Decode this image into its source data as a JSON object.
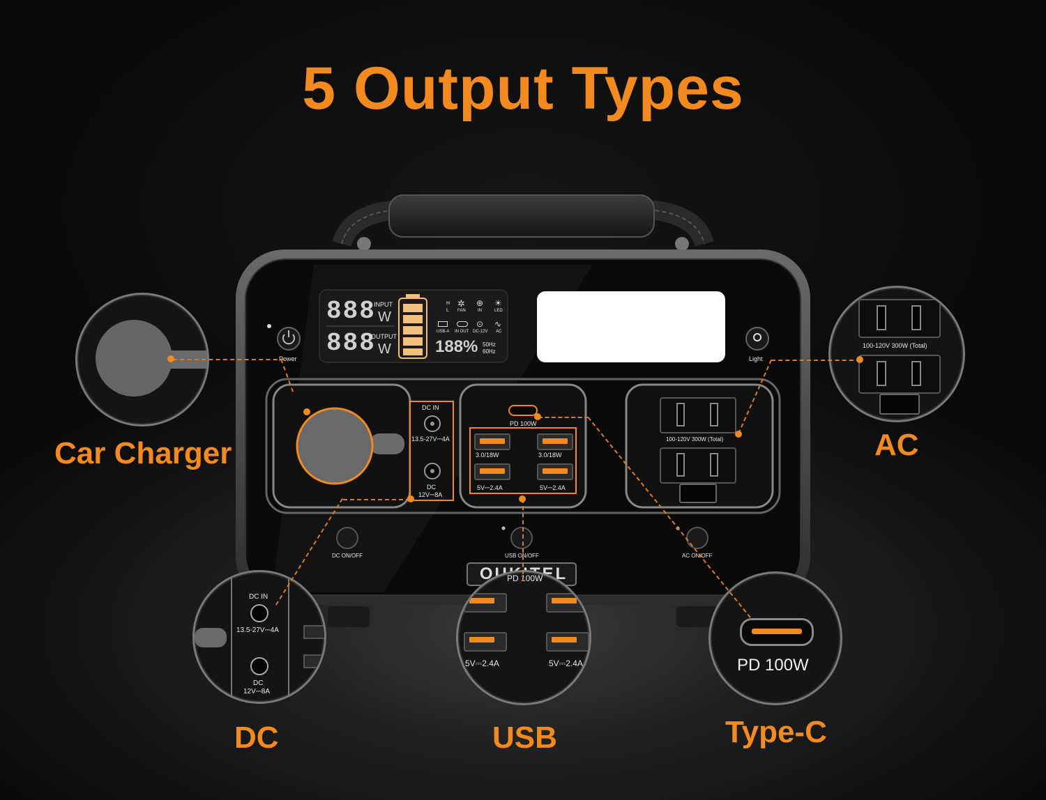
{
  "title": "5 Output Types",
  "labels": {
    "car_charger": "Car Charger",
    "ac": "AC",
    "dc": "DC",
    "usb": "USB",
    "type_c": "Type-C"
  },
  "display": {
    "input_digits": "888",
    "input_label": "INPUT",
    "output_digits": "888",
    "output_label": "OUTPUT",
    "unit_w": "W",
    "percent": "188%",
    "hz_50": "50Hz",
    "hz_60": "60Hz",
    "fan_label": "FAN",
    "in_label": "IN",
    "led_label": "LED",
    "usba_label": "USB-A",
    "inout_label": "IN OUT",
    "dc12_label": "DC-12V",
    "ac_label": "AC",
    "h_label": "H",
    "l_label": "L"
  },
  "panel": {
    "power": "Power",
    "light": "Light",
    "dc_in": "DC IN",
    "dc_in_spec": "13.5-27V⎓4A",
    "dc": "DC",
    "dc_spec": "12V⎓8A",
    "pd": "PD 100W",
    "qc_left": "3.0/18W",
    "qc_right": "3.0/18W",
    "usb_left": "5V⎓2.4A",
    "usb_right": "5V⎓2.4A",
    "ac_spec": "100-120V 300W (Total)",
    "dc_onoff": "DC ON/OFF",
    "usb_onoff": "USB ON/OFF",
    "ac_onoff": "AC ON/OFF",
    "brand": "OUKITEL"
  },
  "zoom": {
    "ac_spec": "100-120V 300W (Total)",
    "dc_in": "DC IN",
    "dc_in_spec": "13.5-27V⎓4A",
    "dc": "DC",
    "dc_spec": "12V⎓8A",
    "pd": "PD 100W",
    "usb_left": "5V⎓2.4A",
    "usb_right": "5V⎓2.4A",
    "type_c": "PD 100W"
  },
  "colors": {
    "accent": "#f28a1f",
    "panel": "#0a0a0a",
    "frame": "#4a4a4a"
  }
}
